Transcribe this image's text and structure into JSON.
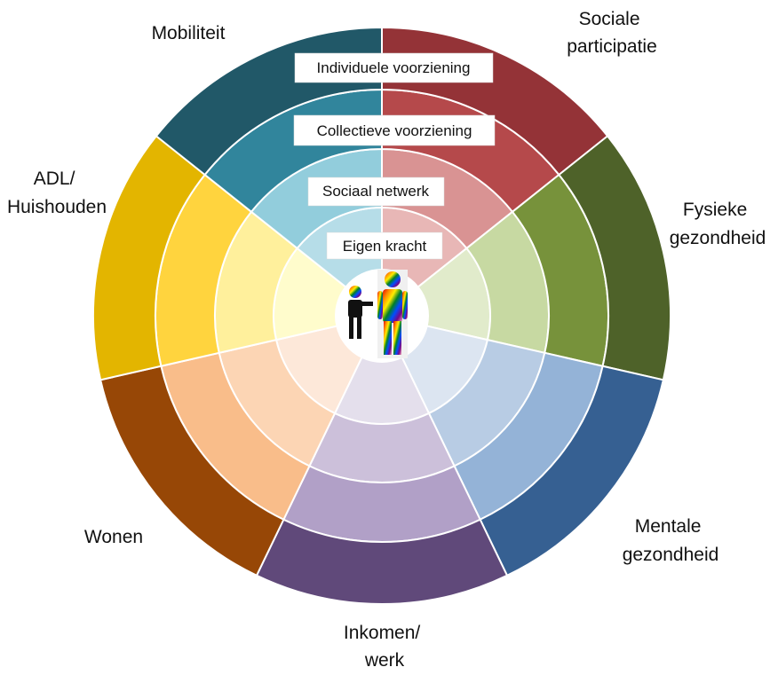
{
  "diagram": {
    "domains": [
      {
        "key": "sociale-participatie",
        "label_lines": [
          "Sociale",
          "participatie"
        ],
        "colors": [
          "#e8b7b6",
          "#d99393",
          "#b5494b",
          "#943337"
        ]
      },
      {
        "key": "fysieke-gezondheid",
        "label_lines": [
          "Fysieke",
          "gezondheid"
        ],
        "colors": [
          "#e1ebcb",
          "#c7d9a2",
          "#77923b",
          "#4e6229"
        ]
      },
      {
        "key": "mentale-gezondheid",
        "label_lines": [
          "Mentale",
          "gezondheid"
        ],
        "colors": [
          "#dce5f1",
          "#b8cce4",
          "#94b3d7",
          "#366092"
        ]
      },
      {
        "key": "inkomen-werk",
        "label_lines": [
          "Inkomen/",
          "werk"
        ],
        "colors": [
          "#e4dfec",
          "#ccc0da",
          "#b1a0c7",
          "#60497a"
        ]
      },
      {
        "key": "wonen",
        "label_lines": [
          "Wonen"
        ],
        "colors": [
          "#fde8d9",
          "#fcd5b4",
          "#f9bd8a",
          "#974706"
        ]
      },
      {
        "key": "adl-huishouden",
        "label_lines": [
          "ADL/",
          "Huishouden"
        ],
        "colors": [
          "#fffccc",
          "#fff09c",
          "#ffd43e",
          "#e3b500"
        ]
      },
      {
        "key": "mobiliteit",
        "label_lines": [
          "Mobiliteit"
        ],
        "colors": [
          "#b6dde8",
          "#92cddc",
          "#31859c",
          "#215868"
        ]
      }
    ],
    "rings": [
      {
        "key": "eigen-kracht",
        "label": "Eigen kracht"
      },
      {
        "key": "sociaal-netwerk",
        "label": "Sociaal netwerk"
      },
      {
        "key": "collectieve-voorziening",
        "label": "Collectieve voorziening"
      },
      {
        "key": "individuele-voorziening",
        "label": "Individuele voorziening"
      }
    ],
    "center": {
      "icons": [
        "person-pointing-icon",
        "rainbow-person-icon"
      ],
      "colors": [
        "#e40303",
        "#ff8c00",
        "#ffed00",
        "#008026",
        "#004dff",
        "#750787",
        "#f5a9b8",
        "#5bcefa"
      ]
    }
  }
}
